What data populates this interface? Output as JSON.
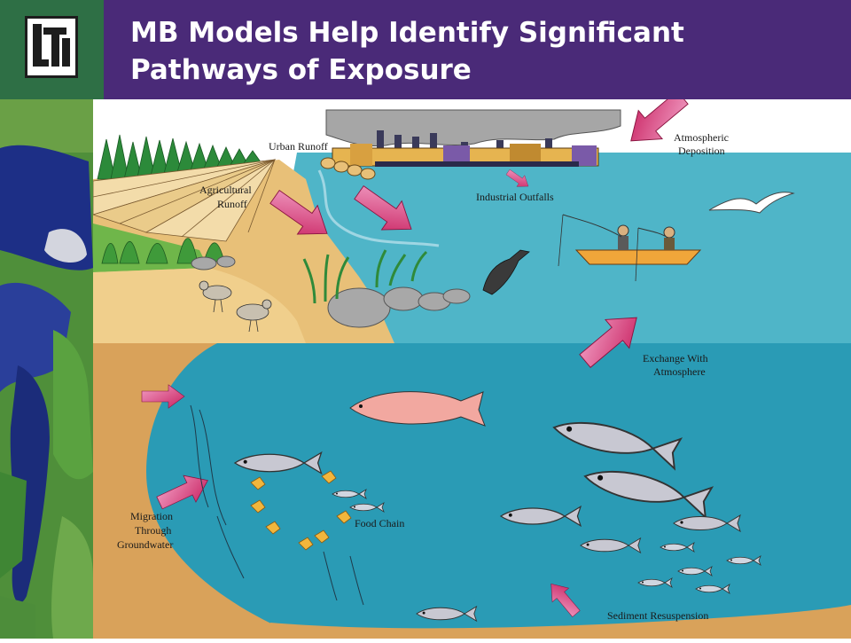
{
  "title": {
    "line1": "MB Models Help Identify Significant",
    "line2": "Pathways of Exposure"
  },
  "logo": {
    "text": "LTI"
  },
  "colors": {
    "title_bar": "#4a2a78",
    "logo_box": "#2e6f45",
    "water_upper": "#4fb5c8",
    "water_lower": "#2a9bb5",
    "sediment": "#d9a25a",
    "arrow": "#d2286f",
    "sky": "#ffffff"
  },
  "labels": {
    "urban_runoff": "Urban Runoff",
    "atmospheric": "Atmospheric",
    "deposition": "Deposition",
    "agricultural": "Agricultural",
    "runoff": "Runoff",
    "industrial_outfalls": "Industrial Outfalls",
    "exchange_with": "Exchange With",
    "atmosphere": "Atmosphere",
    "migration": "Migration",
    "through": "Through",
    "groundwater": "Groundwater",
    "food_chain": "Food Chain",
    "sediment_resuspension": "Sediment Resuspension"
  }
}
